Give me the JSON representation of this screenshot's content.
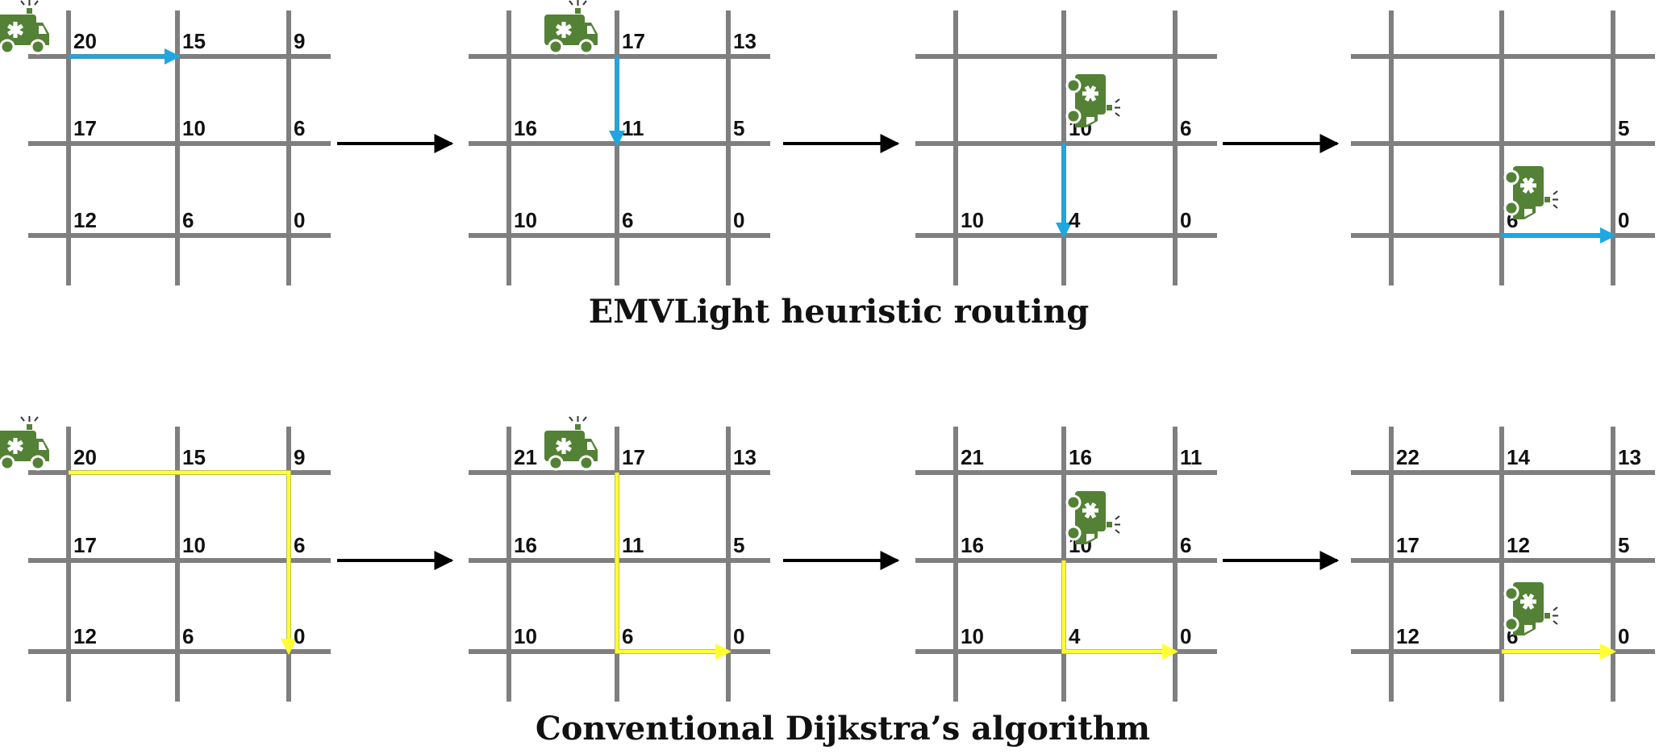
{
  "colors": {
    "grid": "#7f7f7f",
    "heuristic_path": "#1ea7e1",
    "dijkstra_path": "#ffff33",
    "ambulance": "#538135",
    "transition_arrow": "#000000"
  },
  "icons": {
    "vehicle": "ambulance-icon",
    "transition": "arrow-right-icon"
  },
  "rows": [
    {
      "title": "EMVLight heuristic routing",
      "path_color": "heuristic",
      "panels": [
        {
          "labels": [
            [
              "20",
              "15",
              "9"
            ],
            [
              "17",
              "10",
              "6"
            ],
            [
              "12",
              "6",
              "0"
            ]
          ],
          "ambulance": {
            "row": 0,
            "col": 0,
            "facing": "right"
          },
          "path": [
            [
              0,
              0
            ],
            [
              0,
              1
            ]
          ]
        },
        {
          "labels": [
            [
              "",
              "17",
              "13"
            ],
            [
              "16",
              "11",
              "5"
            ],
            [
              "10",
              "6",
              "0"
            ]
          ],
          "ambulance": {
            "row": 0,
            "col": 1,
            "facing": "right"
          },
          "path": [
            [
              0,
              1
            ],
            [
              1,
              1
            ]
          ]
        },
        {
          "labels": [
            [
              "",
              "",
              ""
            ],
            [
              "",
              "10",
              "6"
            ],
            [
              "10",
              "4",
              "0"
            ]
          ],
          "ambulance": {
            "row": 1,
            "col": 1,
            "facing": "down"
          },
          "path": [
            [
              1,
              1
            ],
            [
              2,
              1
            ]
          ]
        },
        {
          "labels": [
            [
              "",
              "",
              ""
            ],
            [
              "",
              "",
              "5"
            ],
            [
              "",
              "6",
              "0"
            ]
          ],
          "ambulance": {
            "row": 2,
            "col": 1,
            "facing": "down"
          },
          "path": [
            [
              2,
              1
            ],
            [
              2,
              2
            ]
          ]
        }
      ]
    },
    {
      "title": "Conventional Dijkstra’s algorithm",
      "path_color": "dijkstra",
      "panels": [
        {
          "labels": [
            [
              "20",
              "15",
              "9"
            ],
            [
              "17",
              "10",
              "6"
            ],
            [
              "12",
              "6",
              "0"
            ]
          ],
          "ambulance": {
            "row": 0,
            "col": 0,
            "facing": "right"
          },
          "path": [
            [
              0,
              0
            ],
            [
              0,
              2
            ],
            [
              2,
              2
            ]
          ]
        },
        {
          "labels": [
            [
              "21",
              "17",
              "13"
            ],
            [
              "16",
              "11",
              "5"
            ],
            [
              "10",
              "6",
              "0"
            ]
          ],
          "ambulance": {
            "row": 0,
            "col": 1,
            "facing": "right"
          },
          "path": [
            [
              0,
              1
            ],
            [
              2,
              1
            ],
            [
              2,
              2
            ]
          ]
        },
        {
          "labels": [
            [
              "21",
              "16",
              "11"
            ],
            [
              "16",
              "10",
              "6"
            ],
            [
              "10",
              "4",
              "0"
            ]
          ],
          "ambulance": {
            "row": 1,
            "col": 1,
            "facing": "down"
          },
          "path": [
            [
              1,
              1
            ],
            [
              2,
              1
            ],
            [
              2,
              2
            ]
          ]
        },
        {
          "labels": [
            [
              "22",
              "14",
              "13"
            ],
            [
              "17",
              "12",
              "5"
            ],
            [
              "12",
              "6",
              "0"
            ]
          ],
          "ambulance": {
            "row": 2,
            "col": 1,
            "facing": "down"
          },
          "path": [
            [
              2,
              1
            ],
            [
              2,
              2
            ]
          ]
        }
      ]
    }
  ]
}
